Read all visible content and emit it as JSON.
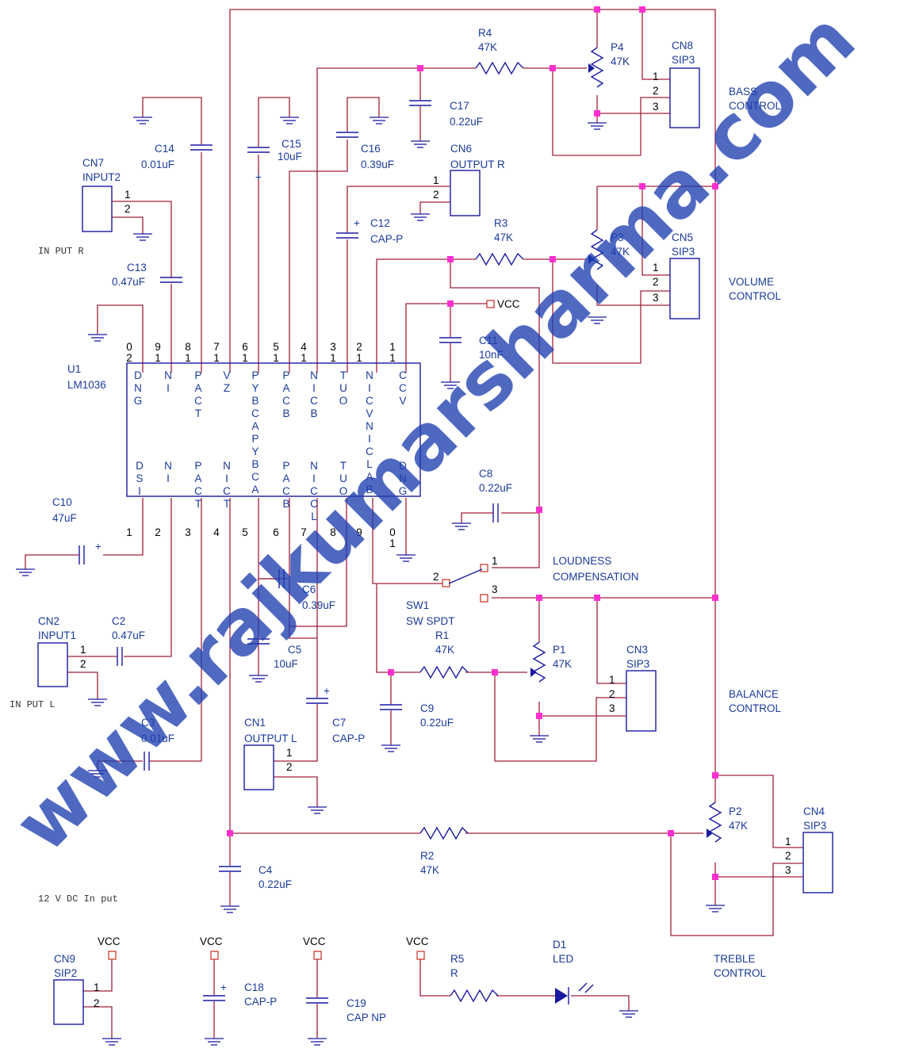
{
  "ic": {
    "ref": "U1",
    "part": "LM1036",
    "top_pin_numbers": [
      "0\n2",
      "9\n1",
      "8\n1",
      "7\n1",
      "6\n1",
      "5\n1",
      "4\n1",
      "3\n1",
      "2\n1",
      "1\n1"
    ],
    "top_pin_names": [
      "DNG",
      "NI",
      "PACT",
      "VZ",
      "PYBCAPYBCA",
      "PACB",
      "NICB",
      "TUO",
      "NICVNICLAB",
      "CCV"
    ],
    "bottom_pin_numbers": [
      "1",
      "2",
      "3",
      "4",
      "5",
      "6",
      "7",
      "8",
      "9",
      "0\n1"
    ],
    "bottom_pin_names": [
      "DSI",
      "NI",
      "PACT",
      "NICT",
      "",
      "PACB",
      "NICCL",
      "TUO",
      "",
      "DNG"
    ]
  },
  "components": [
    {
      "ref": "R4",
      "value": "47K"
    },
    {
      "ref": "P4",
      "value": "47K"
    },
    {
      "ref": "CN8",
      "value": "SIP3"
    },
    {
      "ref": "C17",
      "value": "0.22uF"
    },
    {
      "ref": "C14",
      "value": "0.01uF"
    },
    {
      "ref": "C15",
      "value": "10uF"
    },
    {
      "ref": "C16",
      "value": "0.39uF"
    },
    {
      "ref": "CN6",
      "value": "OUTPUT R"
    },
    {
      "ref": "CN7",
      "value": "INPUT2"
    },
    {
      "ref": "C12",
      "value": "CAP-P"
    },
    {
      "ref": "R3",
      "value": "47K"
    },
    {
      "ref": "P3",
      "value": "47K"
    },
    {
      "ref": "CN5",
      "value": "SIP3"
    },
    {
      "ref": "C13",
      "value": "0.47uF"
    },
    {
      "ref": "C11",
      "value": "10nF"
    },
    {
      "ref": "C10",
      "value": "47uF"
    },
    {
      "ref": "C8",
      "value": "0.22uF"
    },
    {
      "ref": "C6",
      "value": "0.39uF"
    },
    {
      "ref": "SW1",
      "value": "SW SPDT"
    },
    {
      "ref": "CN2",
      "value": "INPUT1"
    },
    {
      "ref": "C2",
      "value": "0.47uF"
    },
    {
      "ref": "C5",
      "value": "10uF"
    },
    {
      "ref": "R1",
      "value": "47K"
    },
    {
      "ref": "P1",
      "value": "47K"
    },
    {
      "ref": "CN3",
      "value": "SIP3"
    },
    {
      "ref": "C9",
      "value": "0.22uF"
    },
    {
      "ref": "C3",
      "value": "0.01uF"
    },
    {
      "ref": "C7",
      "value": "CAP-P"
    },
    {
      "ref": "CN1",
      "value": "OUTPUT L"
    },
    {
      "ref": "P2",
      "value": "47K"
    },
    {
      "ref": "CN4",
      "value": "SIP3"
    },
    {
      "ref": "R2",
      "value": "47K"
    },
    {
      "ref": "C4",
      "value": "0.22uF"
    },
    {
      "ref": "CN9",
      "value": "SIP2"
    },
    {
      "ref": "C18",
      "value": "CAP-P"
    },
    {
      "ref": "C19",
      "value": "CAP NP"
    },
    {
      "ref": "R5",
      "value": "R"
    },
    {
      "ref": "D1",
      "value": "LED"
    }
  ],
  "controls": {
    "bass": [
      "BASS",
      "CONTROL"
    ],
    "volume": [
      "VOLUME",
      "CONTROL"
    ],
    "balance": [
      "BALANCE",
      "CONTROL"
    ],
    "treble": [
      "TREBLE",
      "CONTROL"
    ],
    "loudness": [
      "LOUDNESS",
      "COMPENSATION"
    ]
  },
  "notes": {
    "input_r": "IN PUT R",
    "input_l": "IN PUT L",
    "dc_input": "12 V DC In put"
  },
  "power_label": "VCC",
  "pin_numbers": {
    "one": "1",
    "two": "2",
    "three": "3"
  },
  "watermark": "www.rajkumarsharma.com",
  "colors": {
    "wire": "#a0203a",
    "part": "#1a1aa0",
    "text": "#1a3a9a",
    "junction": "#ff2fd0",
    "watermark": "#1e3fb0"
  }
}
